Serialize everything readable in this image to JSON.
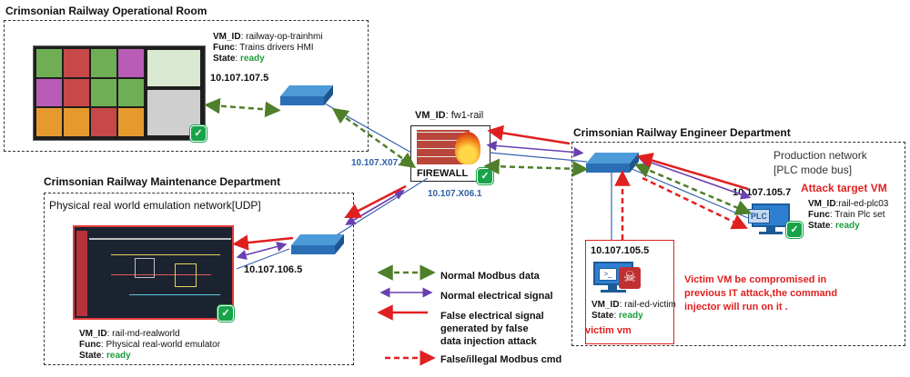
{
  "operational_room": {
    "title": "Crimsonian Railway Operational Room",
    "vm_label": "VM_ID",
    "vm_id": "railway-op-trainhmi",
    "func_label": "Func",
    "func": "Trains drivers HMI",
    "state_label": "State",
    "state": "ready",
    "switch_ip": "10.107.107.5"
  },
  "maintenance": {
    "title": "Crimsonian Railway Maintenance Department",
    "subtitle": "Physical real world emulation network[UDP]",
    "vm_label": "VM_ID",
    "vm_id": "rail-md-realworld",
    "func_label": "Func",
    "func": "Physical real-world emulator",
    "state_label": "State",
    "state": "ready",
    "switch_ip": "10.107.106.5"
  },
  "firewall": {
    "vm_label": "VM_ID",
    "vm_id": "fw1-rail",
    "label": "FIREWALL",
    "ip_x07": "10.107.X07.1",
    "ip_x06": "10.107.X06.1"
  },
  "engineer": {
    "title": "Crimsonian Railway Engineer  Department",
    "network": "Production network",
    "mode": "[PLC mode bus]",
    "plc_ip": "10.107.105.7",
    "attack_target": "Attack target VM",
    "plc_vm_label": "VM_ID",
    "plc_vm_id": "rail-ed-plc03",
    "plc_func_label": "Func",
    "plc_func": "Train Plc set",
    "plc_state_label": "State",
    "plc_state": "ready",
    "plc_badge": "PLC",
    "victim_ip": "10.107.105.5",
    "victim_vm_label": "VM_ID",
    "victim_vm_id": "rail-ed-victim",
    "victim_state_label": "State",
    "victim_state": "ready",
    "victim_tag": "victim vm",
    "victim_note": "Victim VM be compromised in previous IT attack,the command injector will run on it ."
  },
  "legend": {
    "items": [
      {
        "label": "Normal Modbus data",
        "color": "#4f7f2a",
        "style": "dashed"
      },
      {
        "label": "Normal electrical signal",
        "color": "#6a3fb0",
        "style": "solid"
      },
      {
        "label": "False electrical signal generated by false data injection attack",
        "color": "#e02020",
        "style": "solid"
      },
      {
        "label": "False/illegal Modbus cmd",
        "color": "#e02020",
        "style": "dashed"
      }
    ]
  },
  "colors": {
    "modbus": "#4f7f2a",
    "electrical": "#6a3fb0",
    "attack": "#e02020",
    "link": "#3a63b0",
    "ready": "#1f9d3a"
  }
}
